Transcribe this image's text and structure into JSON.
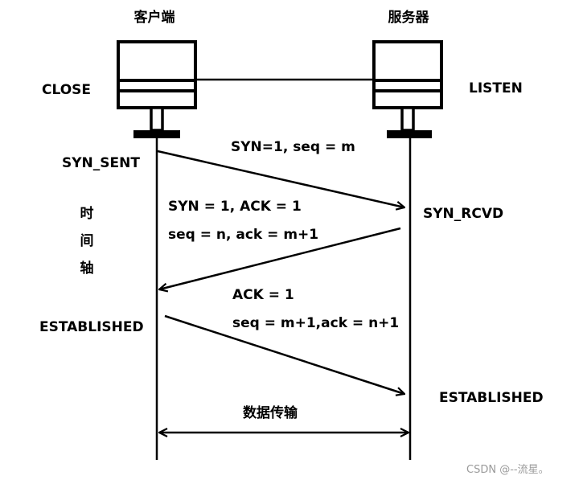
{
  "client": {
    "title": "客户端",
    "state_initial": "CLOSE"
  },
  "server": {
    "title": "服务器",
    "state_initial": "LISTEN"
  },
  "states": {
    "syn_sent": "SYN_SENT",
    "syn_rcvd": "SYN_RCVD",
    "client_established": "ESTABLISHED",
    "server_established": "ESTABLISHED"
  },
  "timeline_label": [
    "时",
    "间",
    "轴"
  ],
  "messages": {
    "syn": "SYN=1, seq = m",
    "synack_line1": "SYN = 1, ACK = 1",
    "synack_line2": "seq = n, ack = m+1",
    "ack_line1": "ACK = 1",
    "ack_line2": "seq = m+1,ack = n+1",
    "data_transfer": "数据传输"
  },
  "watermark": "CSDN @--流星。",
  "colors": {
    "ink": "#000000",
    "watermark": "#9a9a9a",
    "background": "#ffffff"
  }
}
